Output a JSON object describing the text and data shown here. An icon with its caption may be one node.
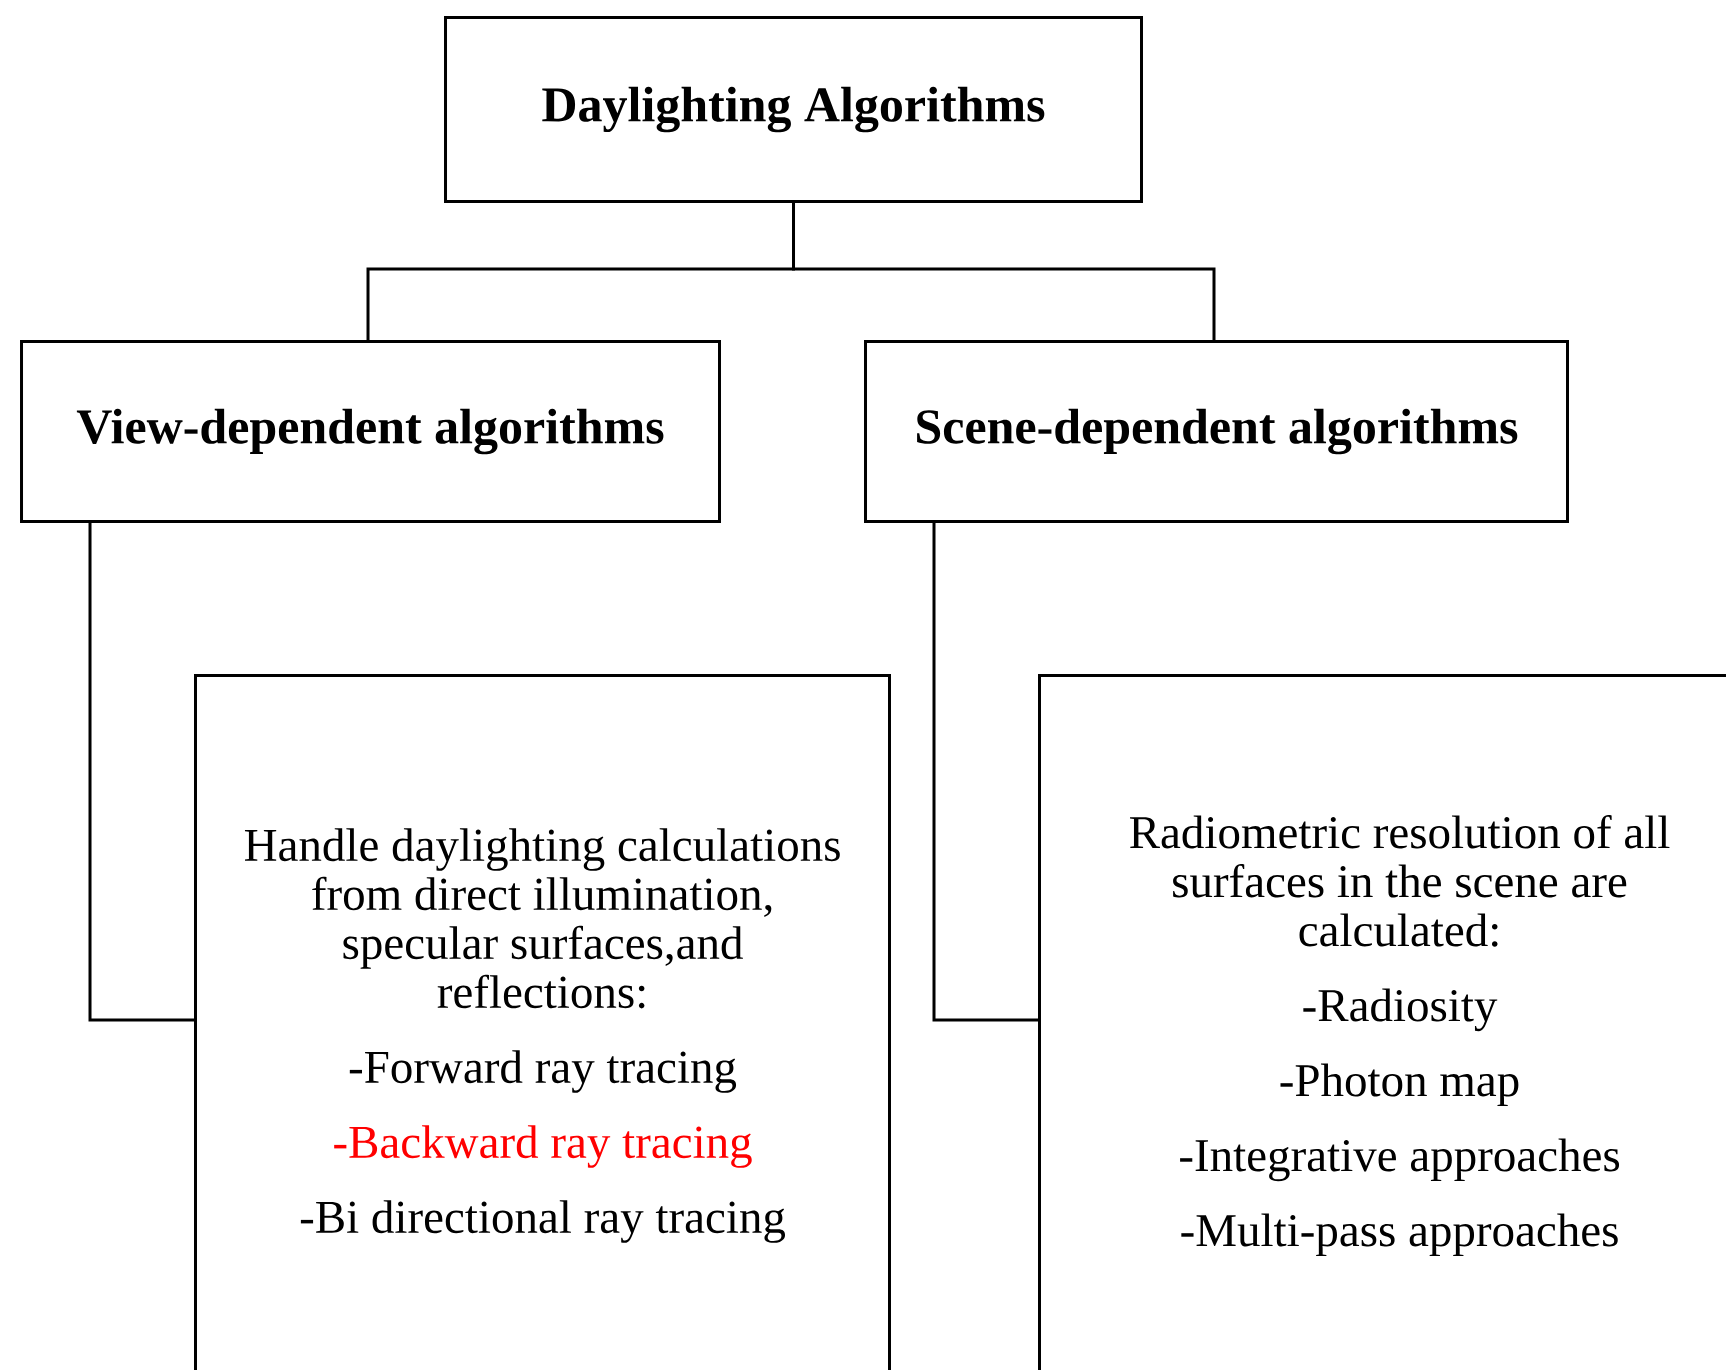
{
  "diagram": {
    "nodes": [
      {
        "text": [
          "Daylighting Algorithms"
        ]
      },
      {
        "text": [
          "View-dependent algorithms"
        ]
      },
      {
        "text": [
          "Scene-dependent algorithms"
        ]
      },
      {
        "text": [
          "Handle daylighting calculations from direct illumination, specular surfaces,and reflections:",
          "-Forward ray tracing",
          "-Backward ray tracing",
          "-Bi directional ray tracing"
        ]
      },
      {
        "text": [
          "Radiometric resolution of all surfaces in the scene are calculated:",
          "-Radiosity",
          "-Photon map",
          "-Integrative approaches",
          "-Multi-pass approaches"
        ]
      }
    ],
    "edges": [
      {
        "from": 0,
        "to": 1,
        "arrow": "none"
      },
      {
        "from": 0,
        "to": 2,
        "arrow": "none"
      },
      {
        "from": 1,
        "to": 3,
        "arrow": "none"
      },
      {
        "from": 2,
        "to": 4,
        "arrow": "none"
      }
    ]
  }
}
